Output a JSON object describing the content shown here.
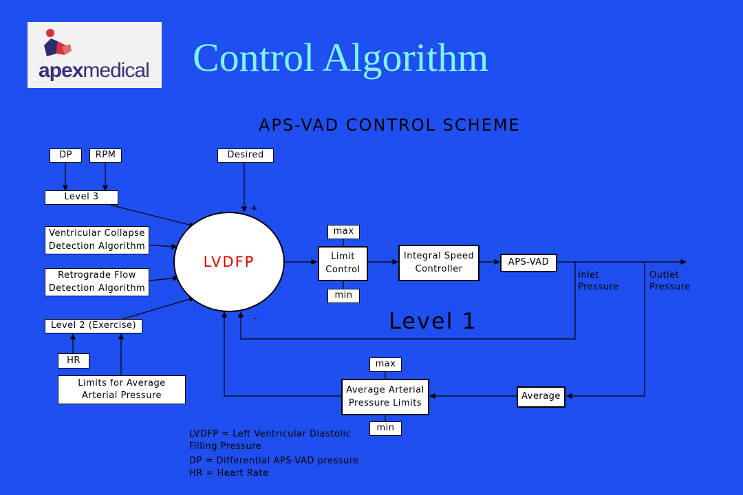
{
  "logo": {
    "brand_bold": "apex",
    "brand_light": "medical"
  },
  "title": "Control Algorithm",
  "scheme_title": "APS-VAD CONTROL SCHEME",
  "boxes": {
    "dp": "DP",
    "rpm": "RPM",
    "desired": "Desired",
    "level3": "Level 3",
    "ventricular_collapse": [
      "Ventricular Collapse",
      "Detection Algorithm"
    ],
    "retrograde_flow": [
      "Retrograde Flow",
      "Detection Algorithm"
    ],
    "level2": "Level 2 (Exercise)",
    "hr": "HR",
    "limits_avg_arterial": [
      "Limits for Average",
      "Arterial Pressure"
    ],
    "lvdfp": "LVDFP",
    "max_top": "max",
    "min_top": "min",
    "limit_control": [
      "Limit",
      "Control"
    ],
    "integral_speed": [
      "Integral Speed",
      "Controller"
    ],
    "aps_vad": "APS-VAD",
    "max_bottom": "max",
    "min_bottom": "min",
    "avg_arterial_limits": [
      "Average Arterial",
      "Pressure Limits"
    ],
    "average": "Average"
  },
  "labels": {
    "inlet": [
      "Inlet",
      "Pressure"
    ],
    "outlet": [
      "Outlet",
      "Pressure"
    ],
    "level1": "Level 1",
    "plus": "+",
    "minus_left": "-",
    "minus_right": "-"
  },
  "legend": {
    "lvdfp": [
      "LVDFP = Left Ventricular Diastolic",
      "Filling Pressure"
    ],
    "dp": "DP = Differential APS-VAD pressure",
    "hr": "HR = Heart Rate"
  },
  "colors": {
    "background": "#1f4ff0",
    "title": "#7ff5f5",
    "lvdfp_text": "#e00000"
  }
}
